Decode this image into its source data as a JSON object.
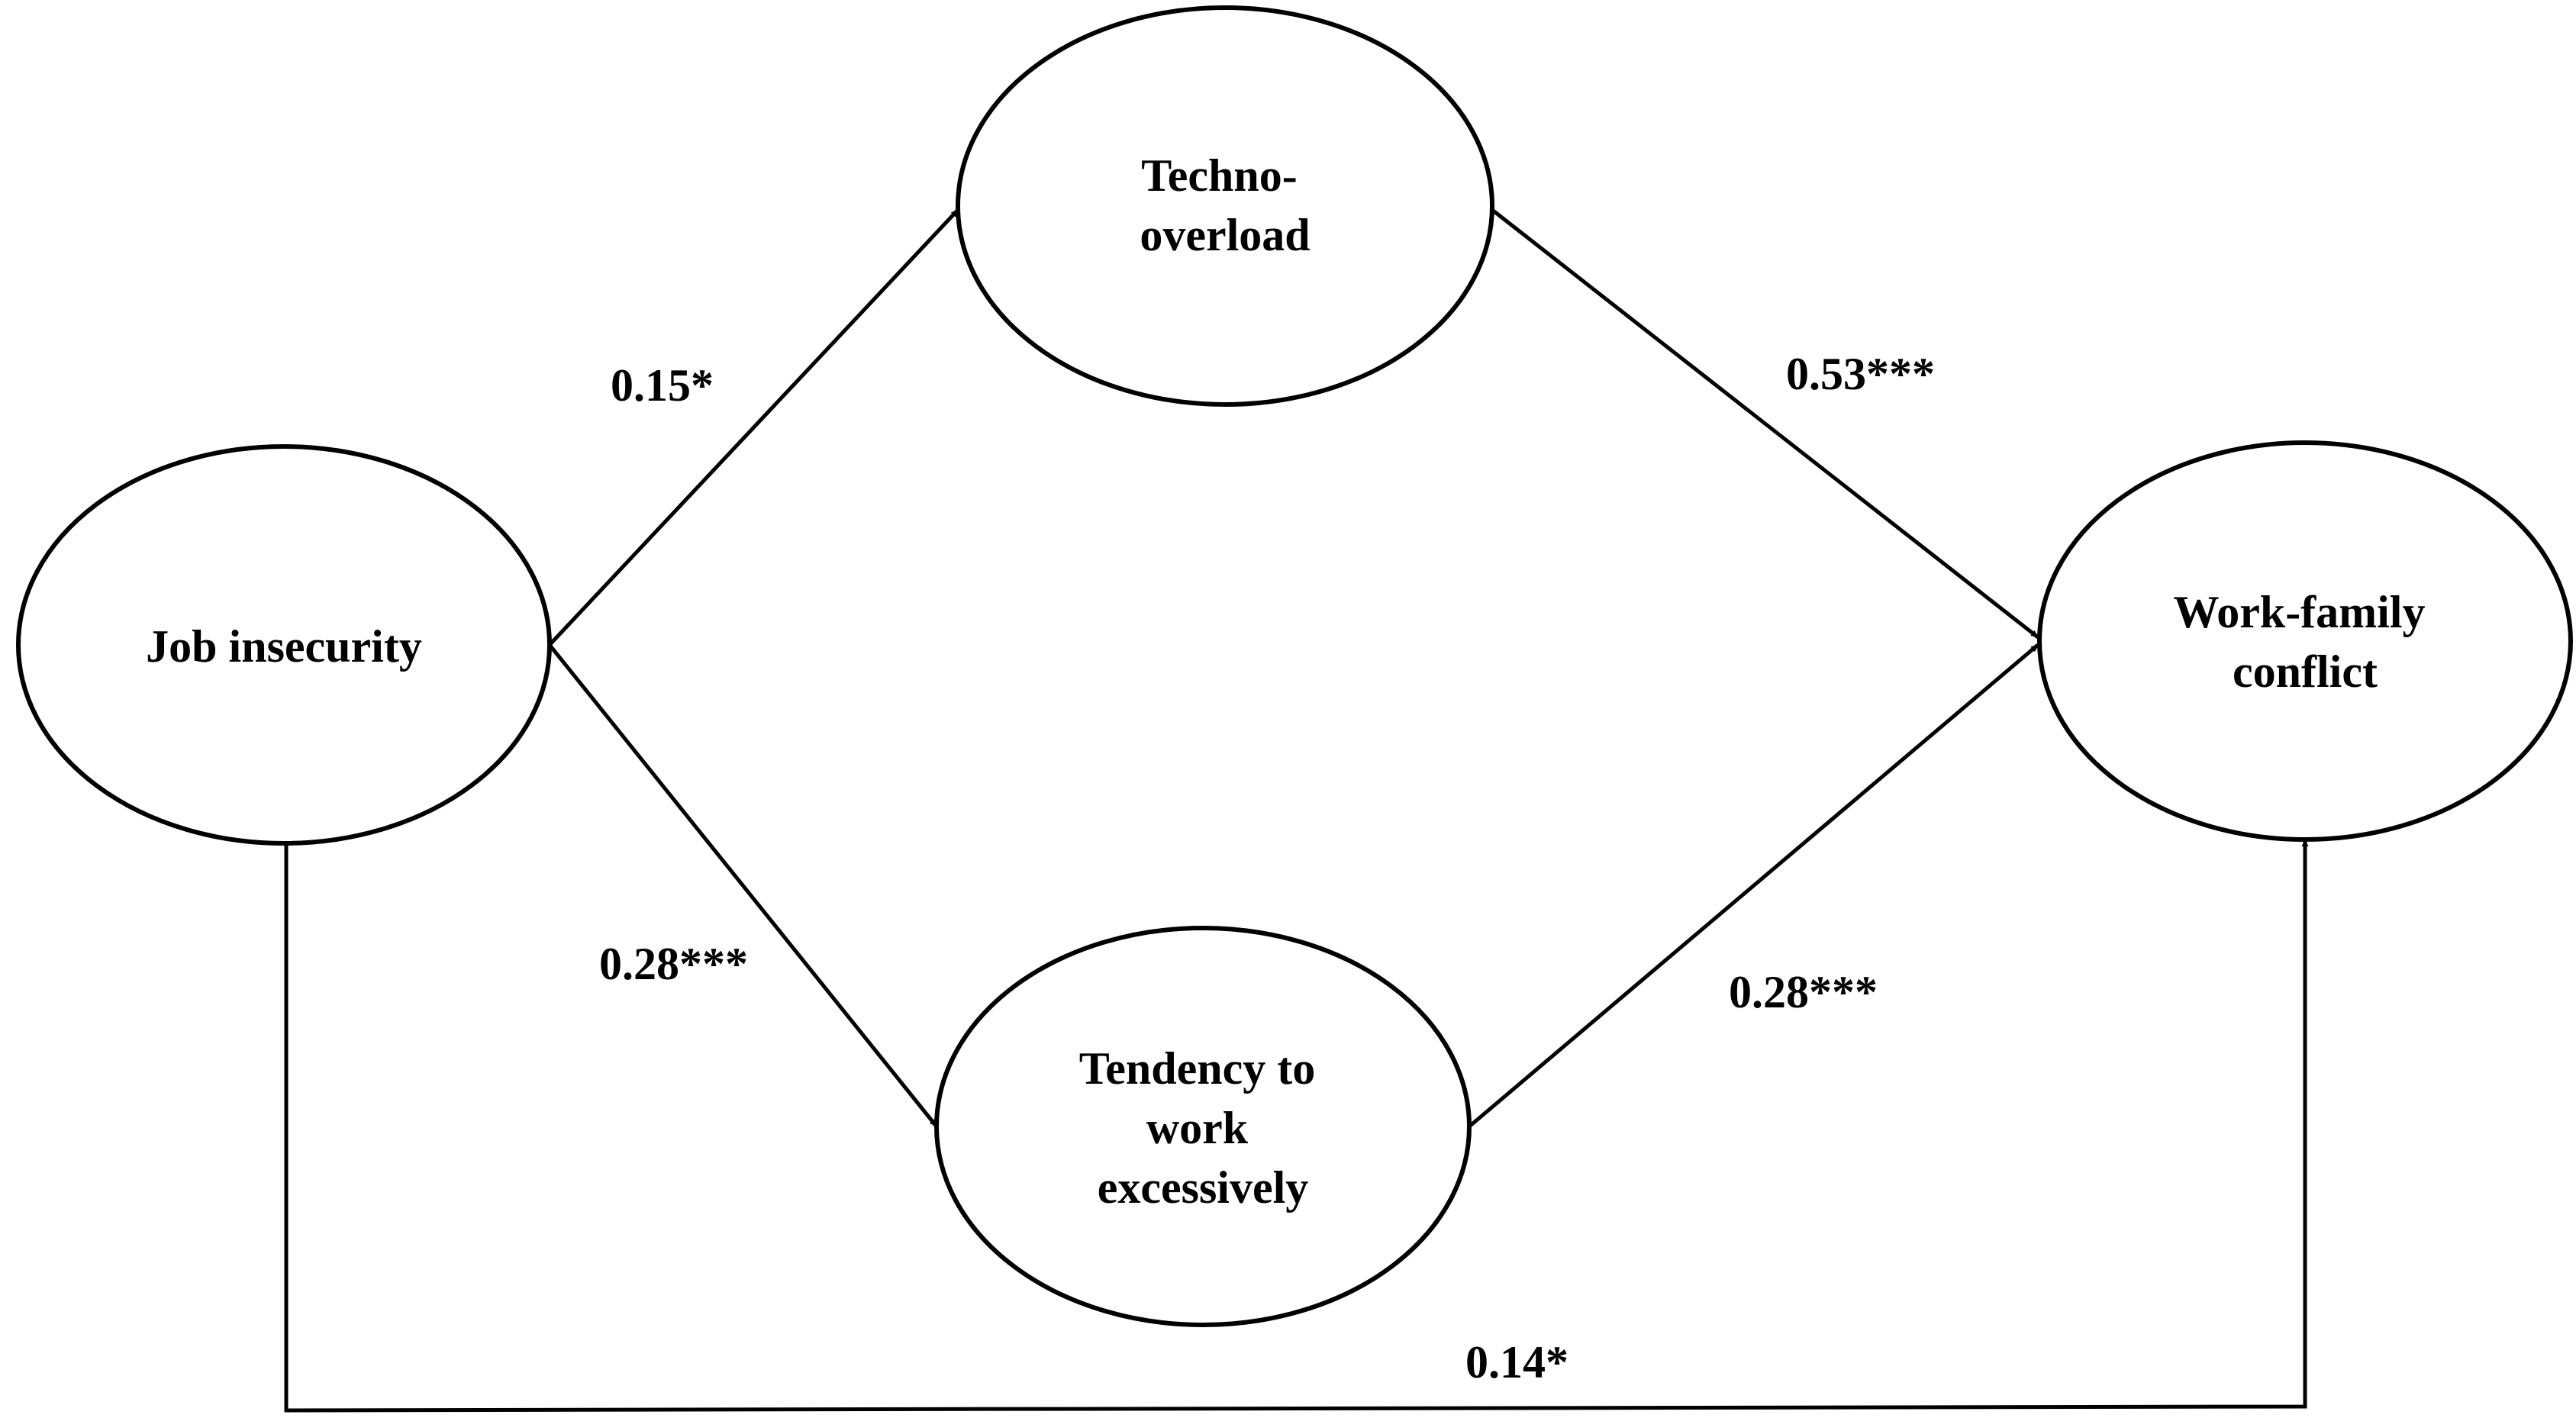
{
  "nodes": {
    "job_insecurity": {
      "lines": [
        "Job insecurity"
      ]
    },
    "techno_overload": {
      "lines": [
        "Techno-",
        "overload"
      ]
    },
    "tendency_to_work_excessively": {
      "lines": [
        "Tendency to",
        "work",
        "excessively"
      ]
    },
    "work_family_conflict": {
      "lines": [
        "Work-family",
        "conflict"
      ]
    }
  },
  "edges": {
    "job_insecurity_to_techno_overload": {
      "coefficient": "0.15*"
    },
    "job_insecurity_to_tendency": {
      "coefficient": "0.28***"
    },
    "techno_overload_to_work_family": {
      "coefficient": "0.53***"
    },
    "tendency_to_work_family": {
      "coefficient": "0.28***"
    },
    "job_insecurity_to_work_family_direct": {
      "coefficient": "0.14*"
    }
  },
  "colors": {
    "stroke": "#000000",
    "background": "#ffffff"
  }
}
